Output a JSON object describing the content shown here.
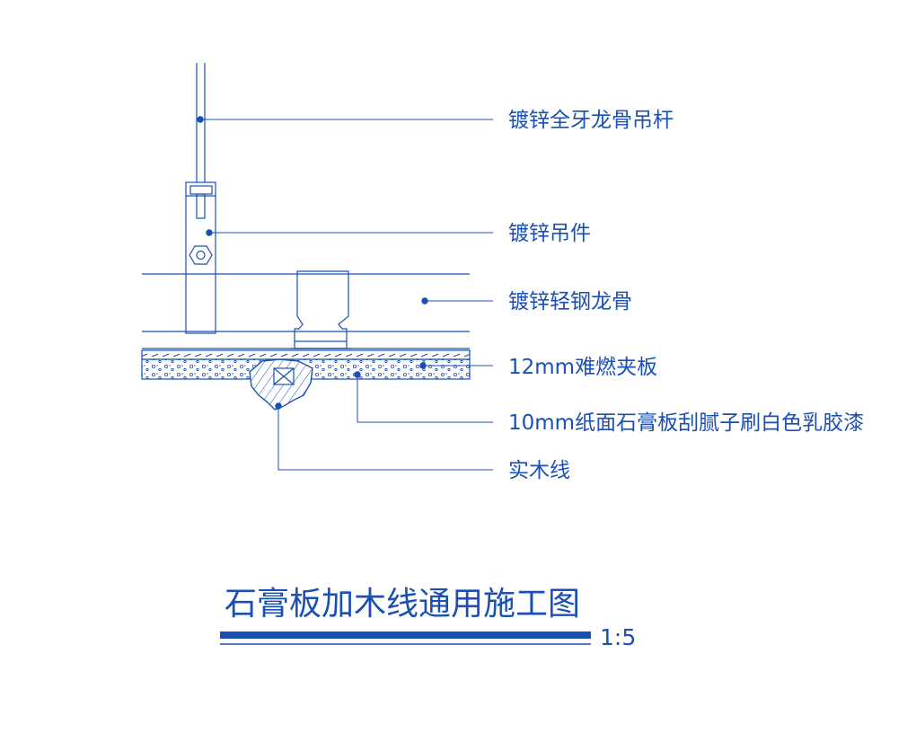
{
  "colors": {
    "line": "#1a4fb4",
    "background": "#ffffff"
  },
  "callouts": [
    {
      "id": "rod",
      "text": "镀锌全牙龙骨吊杆"
    },
    {
      "id": "hanger",
      "text": "镀锌吊件"
    },
    {
      "id": "keel",
      "text": "镀锌轻钢龙骨"
    },
    {
      "id": "fireboard",
      "text": "12mm难燃夹板"
    },
    {
      "id": "gypsum",
      "text": "10mm纸面石膏板刮腻子刷白色乳胶漆"
    },
    {
      "id": "wood",
      "text": "实木线"
    }
  ],
  "title": {
    "text": "石膏板加木线通用施工图",
    "scale": "1:5"
  }
}
